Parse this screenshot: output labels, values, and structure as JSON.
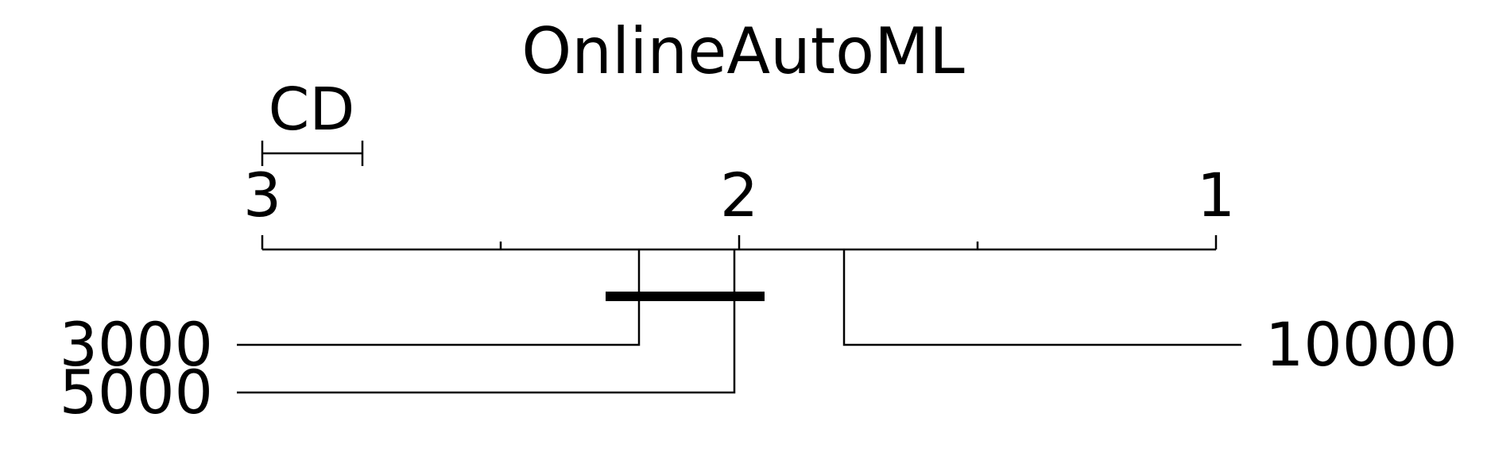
{
  "chart_data": {
    "type": "critical-difference",
    "title": "OnlineAutoML",
    "cd_label": "CD",
    "cd_value": 0.21,
    "axis": {
      "min": 1,
      "max": 3,
      "ticks": [
        3,
        2,
        1
      ],
      "tick_labels": [
        "3",
        "2",
        "1"
      ],
      "minor_ticks": [
        2.5,
        1.5
      ],
      "reversed": true
    },
    "methods": [
      {
        "name": "3000",
        "rank": 2.21,
        "side": "left"
      },
      {
        "name": "5000",
        "rank": 2.01,
        "side": "left"
      },
      {
        "name": "10000",
        "rank": 1.78,
        "side": "right"
      }
    ],
    "cliques": [
      {
        "from": 2.24,
        "to": 1.98
      }
    ],
    "colors": {
      "line": "#000000",
      "background": "#ffffff"
    }
  }
}
